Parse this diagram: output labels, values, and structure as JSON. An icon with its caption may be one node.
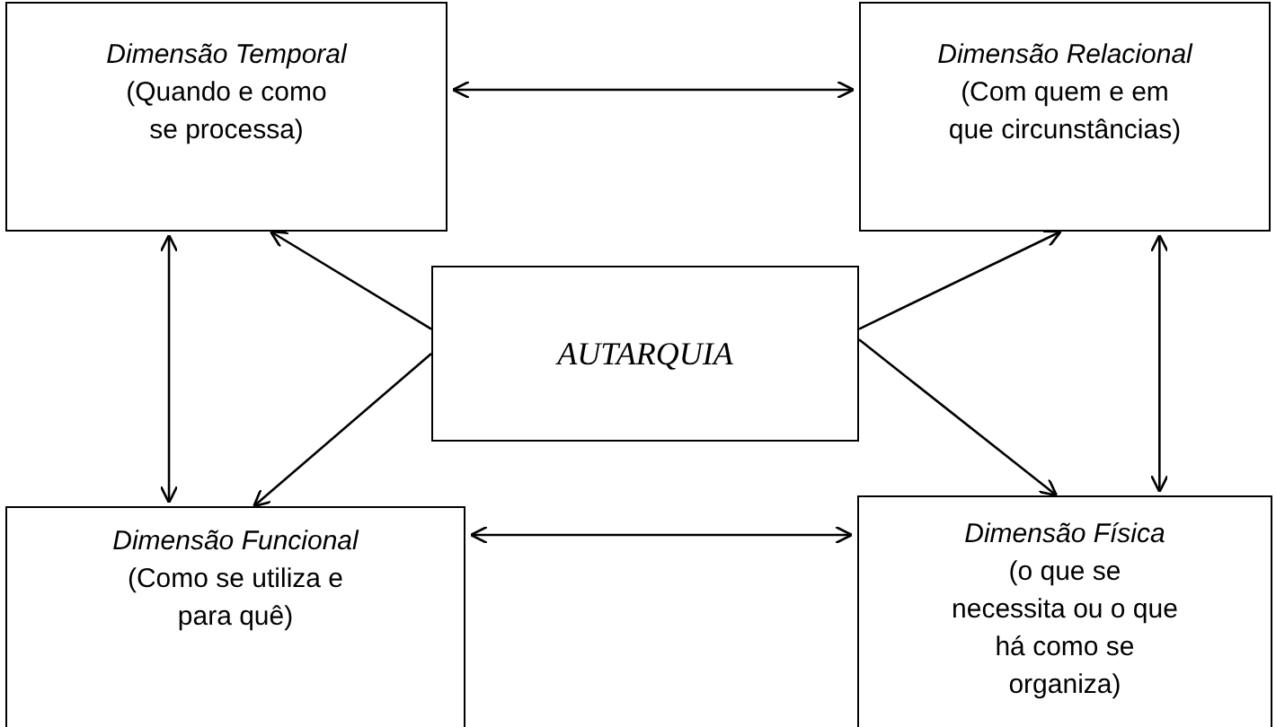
{
  "diagram": {
    "nodes": [
      {
        "text": [
          "Dimensão Temporal",
          "(Quando e como se processa)"
        ]
      },
      {
        "text": [
          "Dimensão Relacional",
          "(Com quem e em que circunstâncias)"
        ]
      },
      {
        "text": [
          "AUTARQUIA"
        ]
      },
      {
        "text": [
          "Dimensão Funcional",
          "(Como se utiliza e para quê)"
        ]
      },
      {
        "text": [
          "Dimensão Física",
          "(o que se necessita ou o que há como se organiza)"
        ]
      }
    ],
    "edges": [
      {
        "from": 0,
        "to": 1,
        "arrow": "both"
      },
      {
        "from": 0,
        "to": 3,
        "arrow": "both"
      },
      {
        "from": 1,
        "to": 4,
        "arrow": "both"
      },
      {
        "from": 3,
        "to": 4,
        "arrow": "both"
      },
      {
        "from": 2,
        "to": 0,
        "arrow": "to"
      },
      {
        "from": 2,
        "to": 3,
        "arrow": "to"
      },
      {
        "from": 2,
        "to": 1,
        "arrow": "to"
      },
      {
        "from": 2,
        "to": 4,
        "arrow": "to"
      }
    ]
  }
}
